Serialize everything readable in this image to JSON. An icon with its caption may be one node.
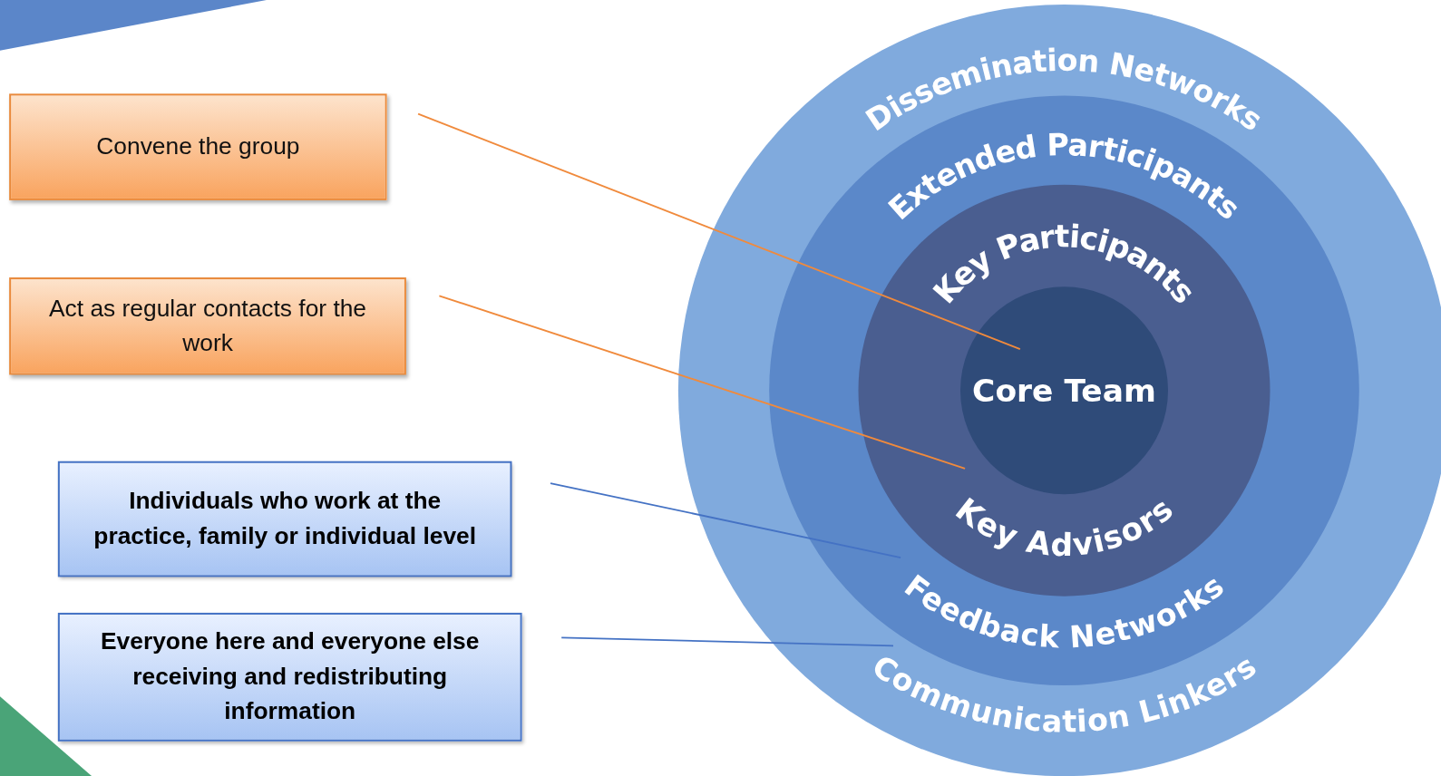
{
  "diagram": {
    "nodes": [
      {
        "text": [
          "Convene the group"
        ]
      },
      {
        "text": [
          "Act as regular contacts for the work"
        ]
      },
      {
        "text": [
          "Individuals who work at the practice, family or individual level"
        ]
      },
      {
        "text": [
          "Everyone here and everyone else receiving and redistributing information"
        ]
      },
      {
        "text": [
          "Dissemination Networks",
          "Communication Linkers"
        ]
      },
      {
        "text": [
          "Extended Participants",
          "Feedback Networks"
        ],
        "in": 4
      },
      {
        "text": [
          "Key Participants",
          "Key Advisors"
        ],
        "in": 5
      },
      {
        "text": [
          "Core Team"
        ],
        "in": 6
      }
    ],
    "edges": [
      {
        "from": 0,
        "to": 7,
        "arrow": "none",
        "color": "#f08a3c"
      },
      {
        "from": 1,
        "to": 6,
        "arrow": "none",
        "color": "#f08a3c"
      },
      {
        "from": 2,
        "to": 5,
        "arrow": "none",
        "color": "#4472c4"
      },
      {
        "from": 3,
        "to": 4,
        "arrow": "none",
        "color": "#4472c4"
      }
    ]
  }
}
